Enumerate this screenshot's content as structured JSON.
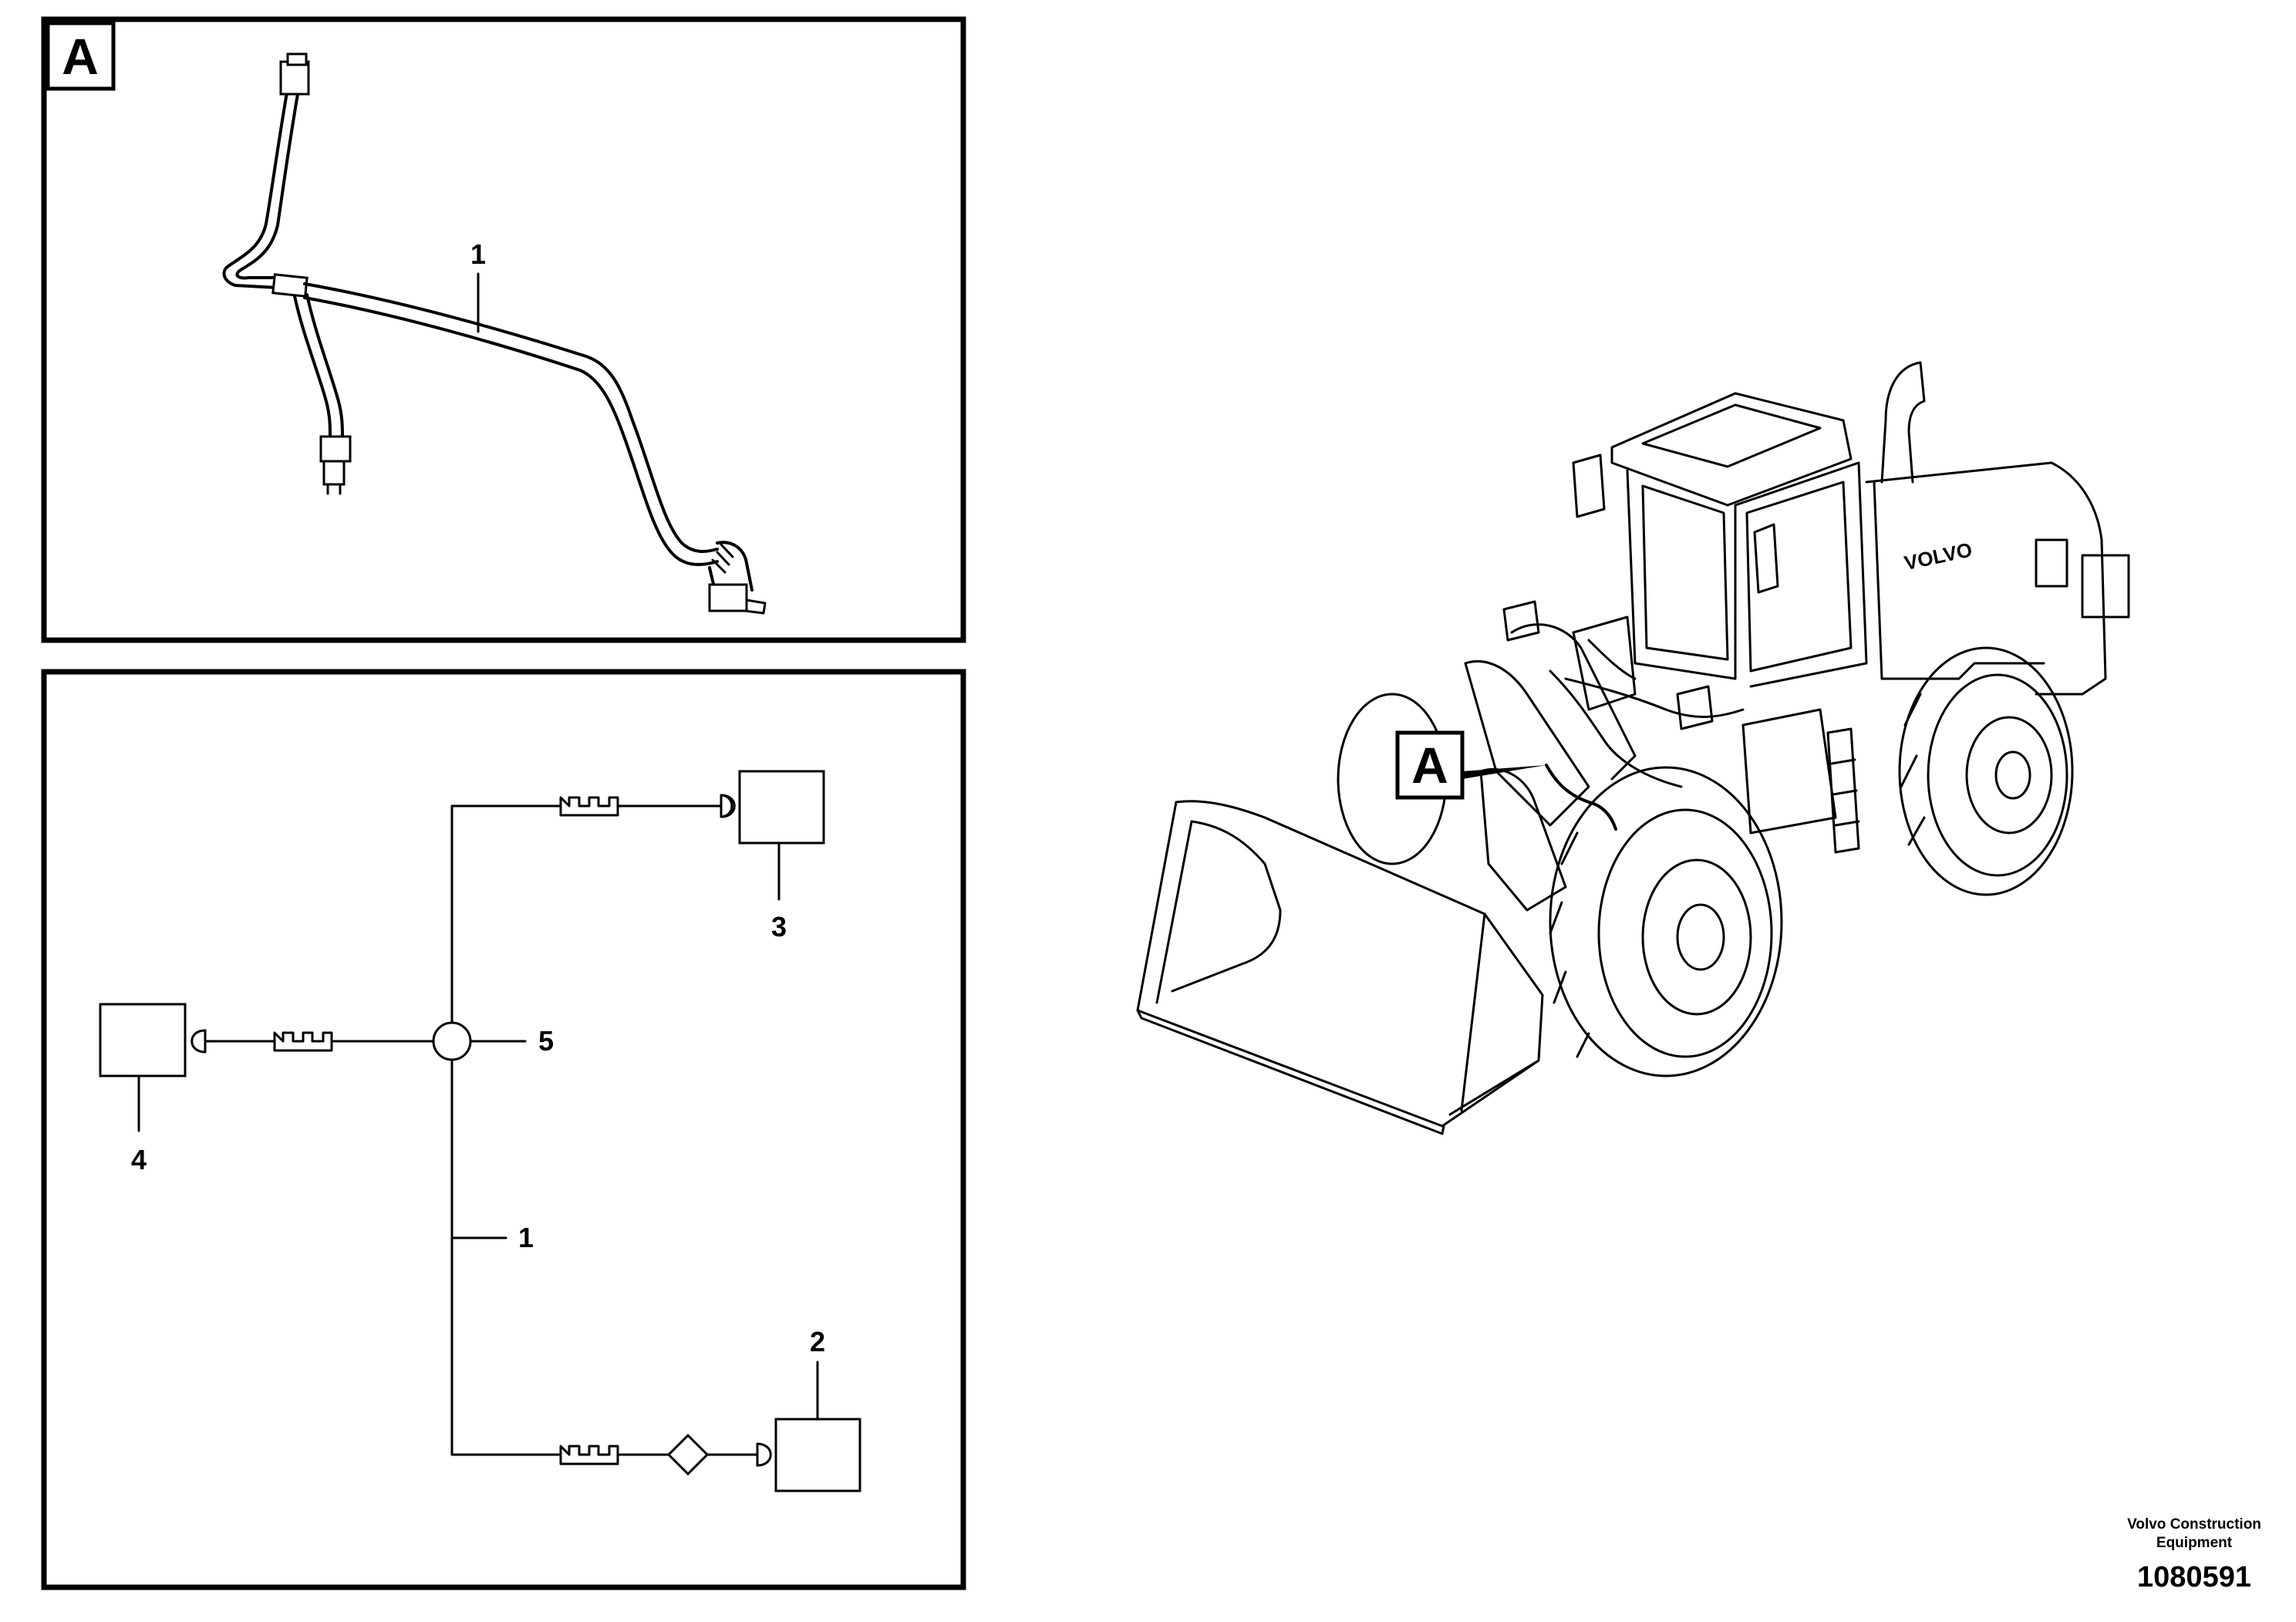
{
  "panel_a": {
    "tag": "A",
    "callouts": {
      "harness": "1"
    }
  },
  "schematic": {
    "callouts": {
      "harness": "1",
      "item_2": "2",
      "item_3": "3",
      "item_4": "4",
      "item_5": "5"
    }
  },
  "machine": {
    "detail_tag": "A",
    "brand_text": "VOLVO"
  },
  "footer": {
    "company_line1": "Volvo Construction",
    "company_line2": "Equipment",
    "figure_number": "1080591"
  }
}
